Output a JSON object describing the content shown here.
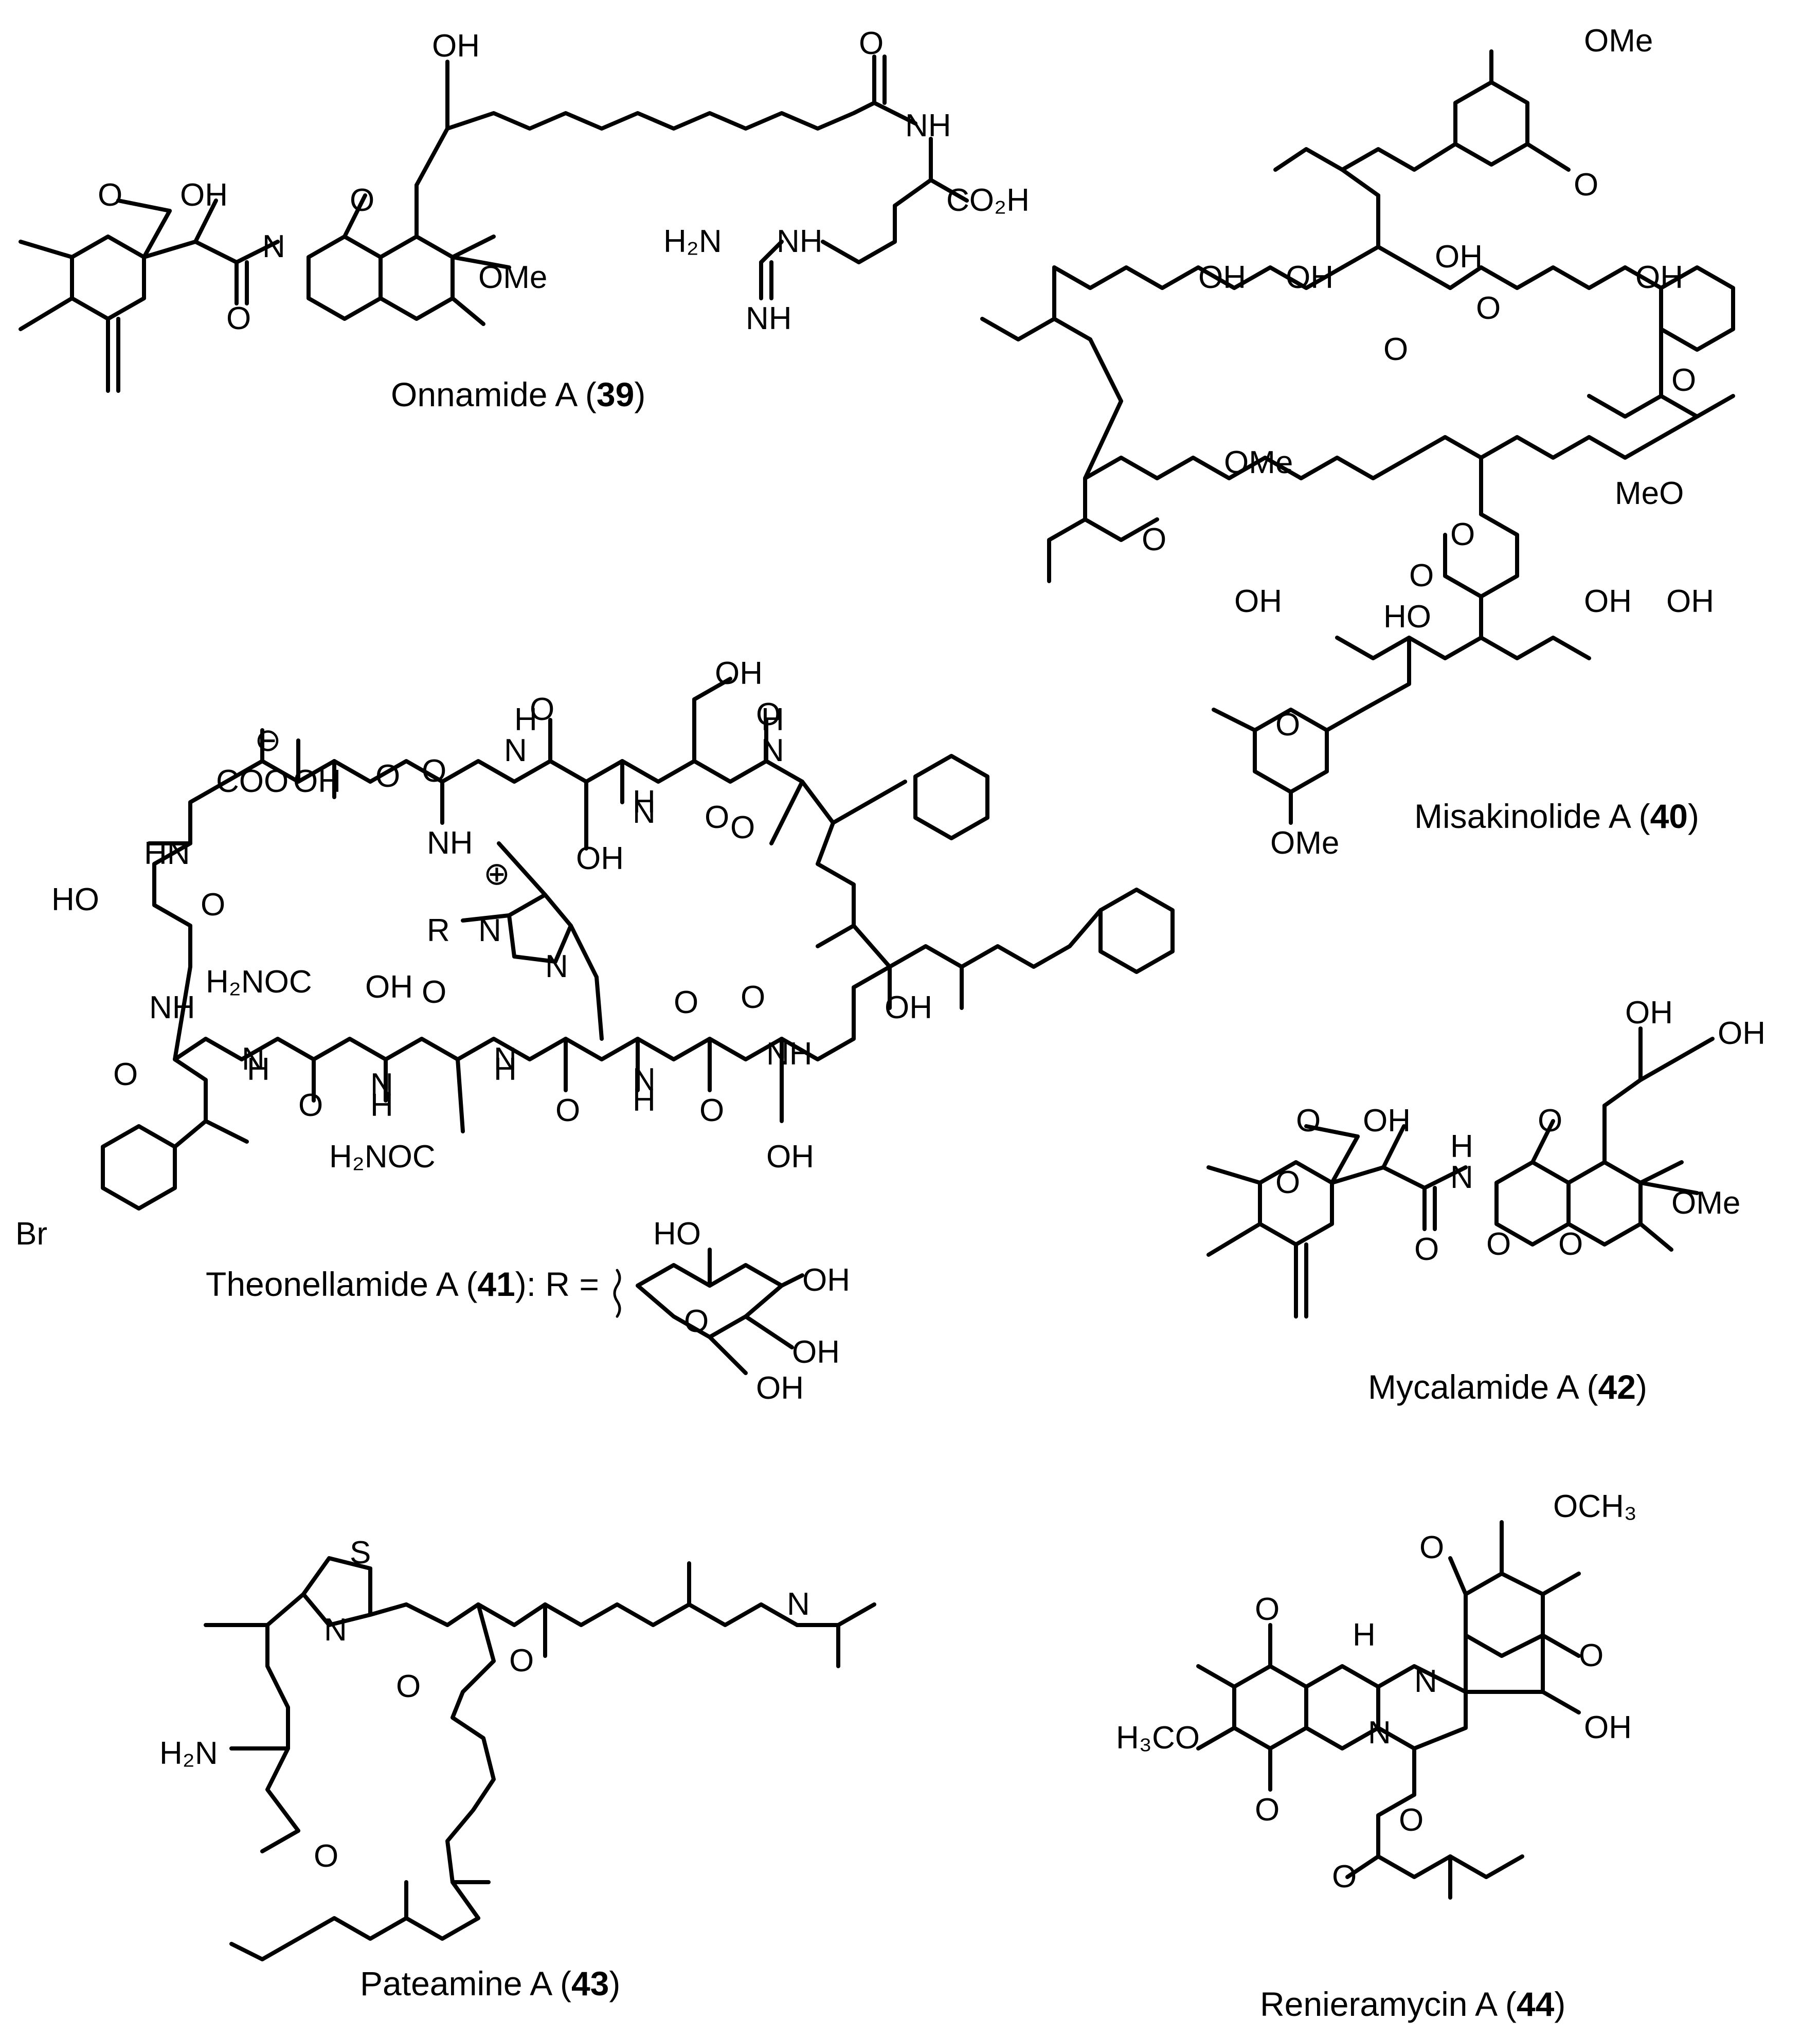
{
  "compounds": [
    {
      "id": "39",
      "name": "Onnamide A"
    },
    {
      "id": "40",
      "name": "Misakinolide A"
    },
    {
      "id": "41",
      "name": "Theonellamide A",
      "suffix": ": R ="
    },
    {
      "id": "42",
      "name": "Mycalamide A"
    },
    {
      "id": "43",
      "name": "Pateamine A"
    },
    {
      "id": "44",
      "name": "Renieramycin A"
    }
  ],
  "labels": {
    "oh": "OH",
    "ho": "HO",
    "o": "O",
    "ome": "OMe",
    "meo": "MeO",
    "nh": "NH",
    "hn": "HN",
    "n": "N",
    "s": "S",
    "h": "H",
    "r": "R",
    "br": "Br",
    "co2h": "CO₂H",
    "h2n": "H₂N",
    "coo": "COO",
    "h2noc": "H₂NOC",
    "och3": "OCH₃",
    "h3co": "H₃CO",
    "plus": "⊕",
    "minus": "⊖"
  }
}
